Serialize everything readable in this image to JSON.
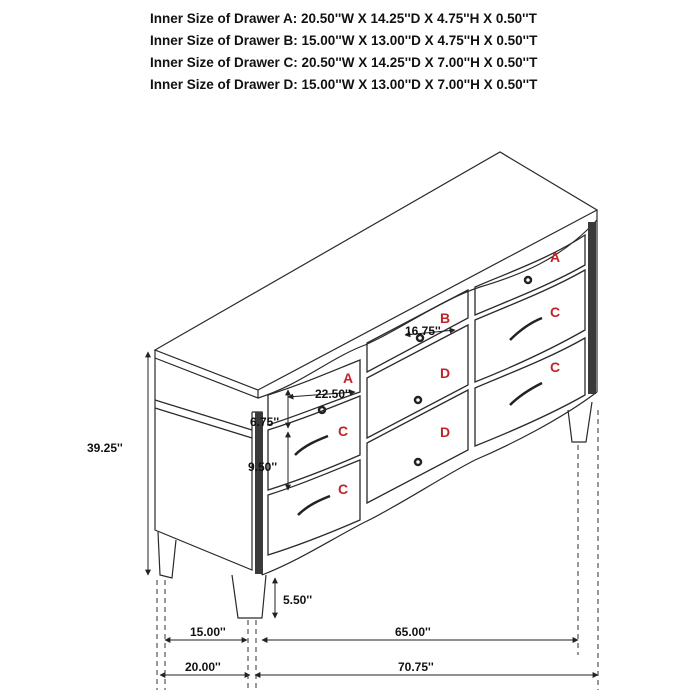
{
  "drawer_specs": [
    "Inner Size of Drawer  A: 20.50''W X 14.25''D X 4.75''H X 0.50''T",
    "Inner Size of Drawer B: 15.00''W X 13.00''D X 4.75''H X 0.50''T",
    "Inner Size of Drawer  C: 20.50''W X 14.25''D X 7.00''H X 0.50''T",
    "Inner Size of Drawer D: 15.00''W X 13.00''D X 7.00''H X 0.50''T"
  ],
  "drawer_labels": {
    "top_left": "A",
    "top_center": "B",
    "top_right": "A",
    "mid_left": "C",
    "mid_center": "D",
    "mid_right": "C",
    "bottom_left": "C",
    "bottom_center": "D",
    "bottom_right": "C"
  },
  "dimensions": {
    "overall_height": "39.25''",
    "leg_height": "5.50''",
    "depth_inner": "15.00''",
    "depth_overall": "20.00''",
    "width_inner": "65.00''",
    "width_overall": "70.75''",
    "center_drawer_width": "16.75''",
    "side_drawer_width": "22.50''",
    "top_drawer_height": "6.75''",
    "mid_drawer_height": "9.50''"
  },
  "colors": {
    "line": "#2a2a2a",
    "label_red": "#c0242b",
    "trim_dark": "#3a3a3a"
  }
}
